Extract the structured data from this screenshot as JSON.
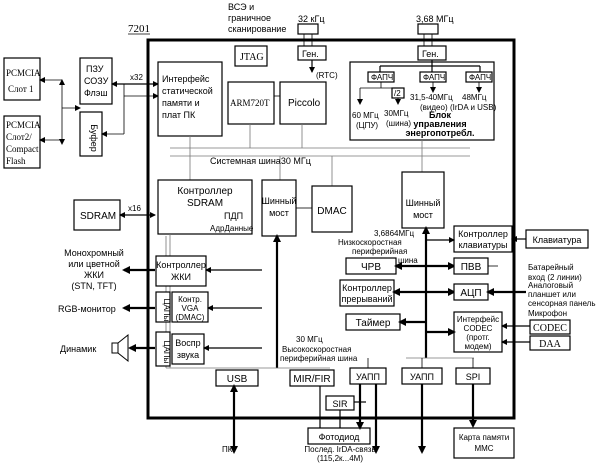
{
  "chip": {
    "label": "7201"
  },
  "top": {
    "scan": [
      "ВСЭ и",
      "граничное",
      "сканирование"
    ],
    "f32": "32 кГц",
    "f368": "3,68 МГц",
    "gen": "Ген.",
    "rtc": "(RTC)"
  },
  "left": {
    "pcmcia1": [
      "PCMCIA",
      "Слот 1"
    ],
    "pcmcia2": [
      "PCMCIA",
      "Слот2/",
      "Compact",
      "Flash"
    ],
    "mem": [
      "ПЗУ",
      "СОЗУ",
      "Флэш"
    ],
    "buffer": "Буфер",
    "x32": "x32",
    "sdram": "SDRAM",
    "x16": "x16",
    "lcd": [
      "Монохромный",
      "или цветной",
      "ЖКИ",
      "(STN, TFT)"
    ],
    "rgb": "RGB-монитор",
    "speaker": "Динамик",
    "dac1": "ЦАПы",
    "dac2": "ЦАПы"
  },
  "blocks": {
    "jtag": "JTAG",
    "static_if": [
      "Интерфейс",
      "статической",
      "памяти и",
      "плат ПК"
    ],
    "arm": "ARM720T",
    "piccolo": "Piccolo",
    "sysbus": "Системная шина30 МГц",
    "sdram_ctrl": [
      "Контроллер",
      "SDRAM"
    ],
    "pdp": "ПДП",
    "addr_data": "АдрДанные",
    "bridge": [
      "Шинный",
      "мост"
    ],
    "dmac": "DMAC",
    "bridge2": [
      "Шинный",
      "мост"
    ],
    "lcd_ctrl": [
      "Контроллер",
      "ЖКИ"
    ],
    "vga": [
      "Контр.",
      "VGA",
      "(DMAC)"
    ],
    "sound": [
      "Воспр",
      "звука"
    ],
    "hs_bus": [
      "30 МГц",
      "Высокоскоростная",
      "периферийная шина"
    ],
    "usb": "USB",
    "mir": "MIR/FIR",
    "sir": "SIR",
    "photodiode": "Фотодиод",
    "irda": [
      "Послед. IrDA-связь",
      "(115,2к...4М)"
    ],
    "pc": "ПК"
  },
  "power": {
    "pll": "ФАПЧ",
    "div2": "/2",
    "f60": [
      "60 МГц",
      "(ЦПУ)"
    ],
    "f30": [
      "30МГц",
      "(шина)"
    ],
    "f31": [
      "31,5-40МГц",
      "(видео)"
    ],
    "f48": [
      "48МГц",
      "(IrDA и USB)"
    ],
    "title": [
      "Блок",
      "управления",
      "энергопотребл."
    ]
  },
  "right": {
    "ls_bus": [
      "3,6864МГц",
      "Низкоскоростная",
      "периферийная",
      "шина"
    ],
    "kbd_ctrl": [
      "Контроллер",
      "клавиатуры"
    ],
    "keyboard": "Клавиатура",
    "rtc_box": "ЧРВ",
    "pvv": "ПВВ",
    "irq": [
      "Контроллер",
      "прерываний"
    ],
    "adc": "АЦП",
    "battery": [
      "Батарейный",
      "вход (2 линии)"
    ],
    "analog": [
      "Аналоговый",
      "планшет или",
      "сенсорная панель"
    ],
    "timer": "Таймер",
    "codec_if": [
      "Интерфейс",
      "CODEC",
      "(протг.",
      "модем)"
    ],
    "mic": "Микрофон",
    "codec": "CODEC",
    "daa": "DAA",
    "uart1": "УАПП",
    "uart2": "УАПП",
    "spi": "SPI",
    "mmc": [
      "Карта памяти",
      "ММС"
    ]
  }
}
